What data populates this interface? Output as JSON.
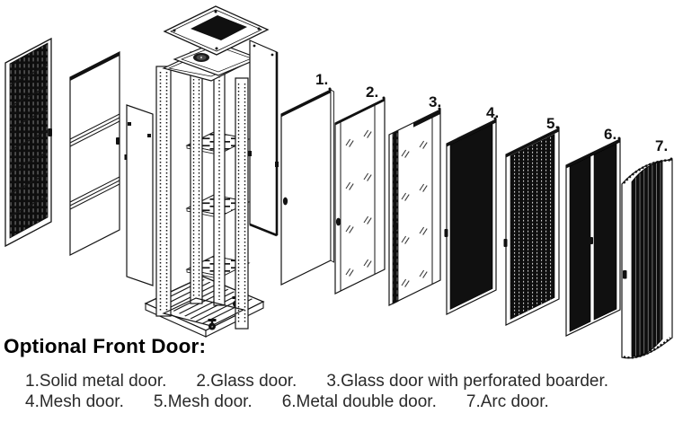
{
  "heading": "Optional Front Door:",
  "door_labels": [
    "1.",
    "2.",
    "3.",
    "4.",
    "5.",
    "6.",
    "7."
  ],
  "caption": {
    "line1": [
      "1.Solid metal door.",
      "2.Glass door.",
      "3.Glass door with perforated boarder."
    ],
    "line2": [
      "4.Mesh door.",
      "5.Mesh door.",
      "6.Metal double door.",
      "7.Arc door."
    ]
  },
  "colors": {
    "ink": "#1a1a1a",
    "paper": "#ffffff"
  }
}
